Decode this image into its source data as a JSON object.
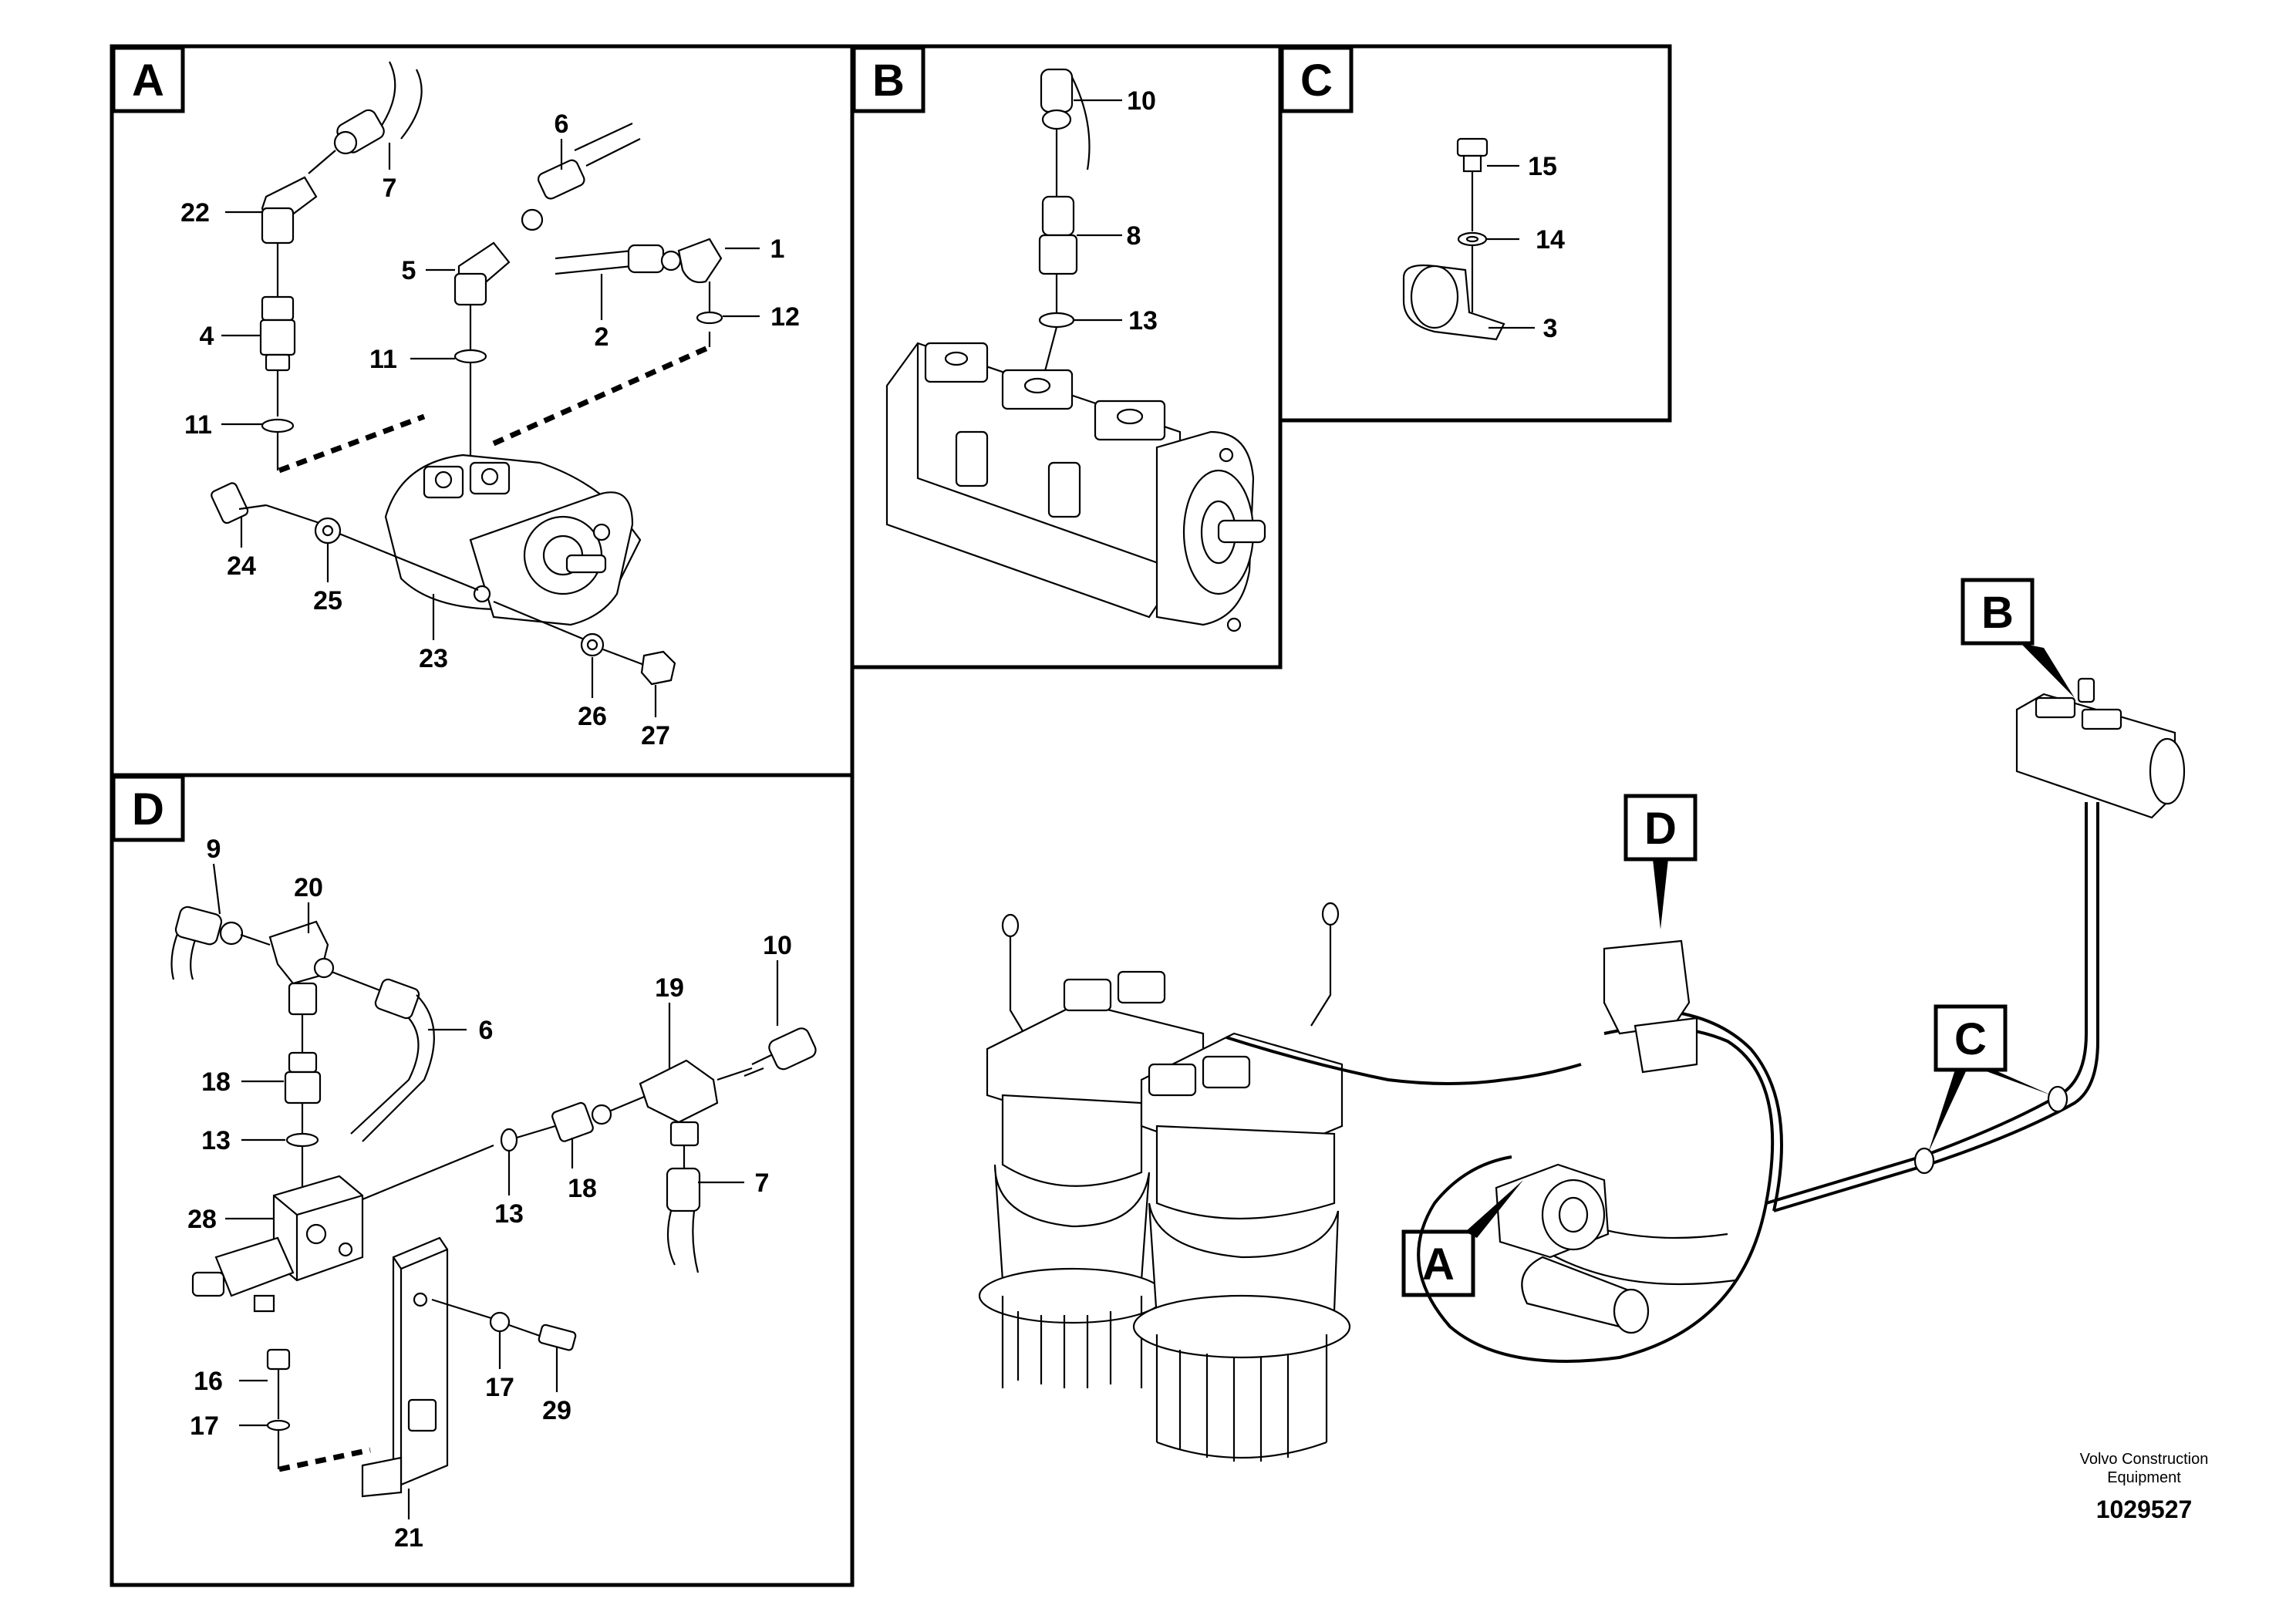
{
  "panels": [
    {
      "id": "A",
      "label": "A"
    },
    {
      "id": "B",
      "label": "B"
    },
    {
      "id": "C",
      "label": "C"
    },
    {
      "id": "D",
      "label": "D"
    }
  ],
  "callouts": {
    "A": [
      "22",
      "7",
      "6",
      "5",
      "1",
      "4",
      "2",
      "12",
      "11",
      "11",
      "24",
      "25",
      "23",
      "26",
      "27"
    ],
    "B": [
      "10",
      "8",
      "13"
    ],
    "C": [
      "15",
      "14",
      "3"
    ],
    "D": [
      "9",
      "20",
      "10",
      "19",
      "6",
      "18",
      "13",
      "7",
      "28",
      "18",
      "13",
      "16",
      "17",
      "17",
      "29",
      "21"
    ]
  },
  "overview_labels": [
    "B",
    "D",
    "C",
    "A"
  ],
  "credit": {
    "line1": "Volvo Construction",
    "line2": "Equipment"
  },
  "drawing_number": "1029527"
}
